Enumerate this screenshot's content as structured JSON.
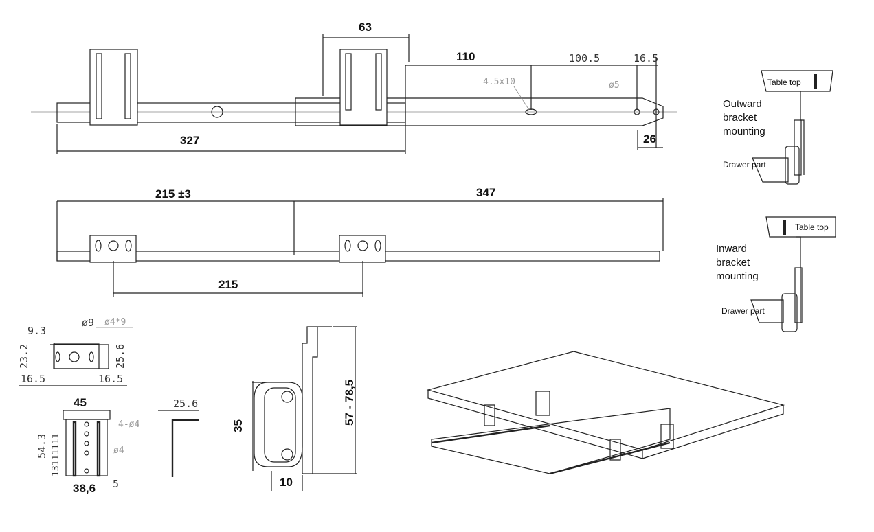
{
  "top_view": {
    "dim_63": "63",
    "dim_110": "110",
    "dim_100_5": "100.5",
    "dim_16_5": "16.5",
    "slot": "4.5x10",
    "hole": "ø5",
    "dim_327": "327",
    "dim_26": "26"
  },
  "side_view": {
    "dim_215_tol": "215 ±3",
    "dim_347": "347",
    "dim_215": "215"
  },
  "bracket_front": {
    "d_phi9": "ø9",
    "d_phi4x9": "ø4*9",
    "d_9_3": "9.3",
    "d_23_2": "23.2",
    "d_25_6": "25.6",
    "d_16_5_left": "16.5",
    "d_16_5_right": "16.5"
  },
  "bracket_side": {
    "d_45": "45",
    "d_4phi4": "4-ø4",
    "d_54_3": "54.3",
    "d_pitch": "13111111",
    "d_phi4": "ø4",
    "d_38_6": "38,6",
    "d_5": "5",
    "d_25_6": "25.6"
  },
  "profile": {
    "d_35": "35",
    "d_57_78": "57 - 78,5",
    "d_10": "10"
  },
  "mounting": {
    "outward": {
      "table_top": "Table top",
      "label": [
        "Outward",
        "bracket",
        "mounting"
      ],
      "drawer": "Drawer part"
    },
    "inward": {
      "table_top": "Table top",
      "label": [
        "Inward",
        "bracket",
        "mounting"
      ],
      "drawer": "Drawer part"
    }
  }
}
